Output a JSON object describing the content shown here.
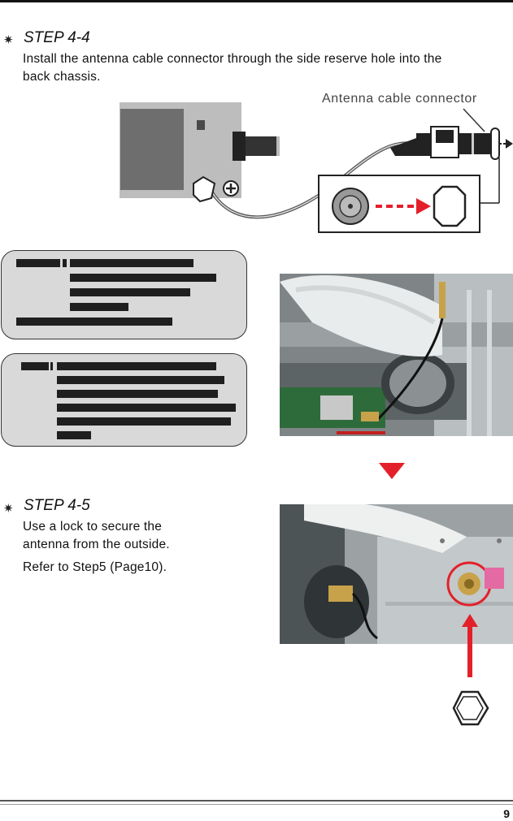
{
  "step44": {
    "bullet": "✷",
    "title": "STEP 4-4",
    "line1": "Install the antenna cable connector through the side reserve hole into the",
    "line2": "back chassis."
  },
  "diagram": {
    "callout": "Antenna cable connector"
  },
  "step45": {
    "bullet": "✷",
    "title": "STEP 4-5",
    "line1": "Use a lock to secure the",
    "line2": "antenna from the outside.",
    "line3": "Refer to Step5 (Page10)."
  },
  "colors": {
    "arrow_red": "#e3202a",
    "box_fill": "#d9d9d9",
    "photo_metal": "#a9aeb0"
  },
  "page": {
    "number": "9"
  }
}
